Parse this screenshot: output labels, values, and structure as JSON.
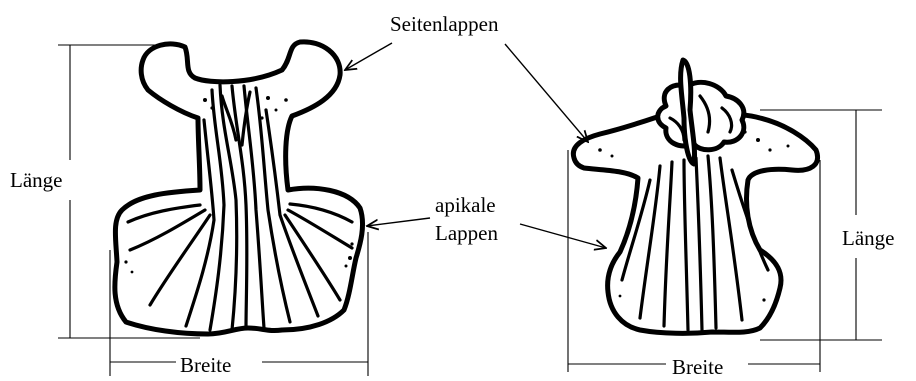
{
  "labels": {
    "seitenlappen": "Seitenlappen",
    "laenge_left": "Länge",
    "laenge_right": "Länge",
    "apikale": "apikale",
    "lappen": "Lappen",
    "breite_left": "Breite",
    "breite_right": "Breite"
  }
}
